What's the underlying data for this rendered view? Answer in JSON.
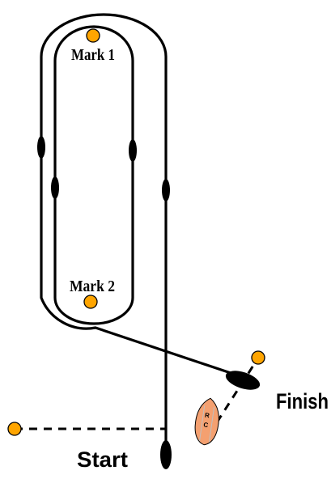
{
  "labels": {
    "mark1": "Mark 1",
    "mark2": "Mark 2",
    "finish": "Finish",
    "start": "Start"
  },
  "committee_boat": {
    "label_top": "R",
    "label_bottom": "C"
  },
  "colors": {
    "mark_fill": "#FFA500",
    "boat_fill": "#F4A070",
    "line": "#000000"
  },
  "icons": {
    "marks": "orange-circle",
    "boat_direction": "black-ellipse-arrow",
    "committee_boat": "orange-boat-hull"
  }
}
